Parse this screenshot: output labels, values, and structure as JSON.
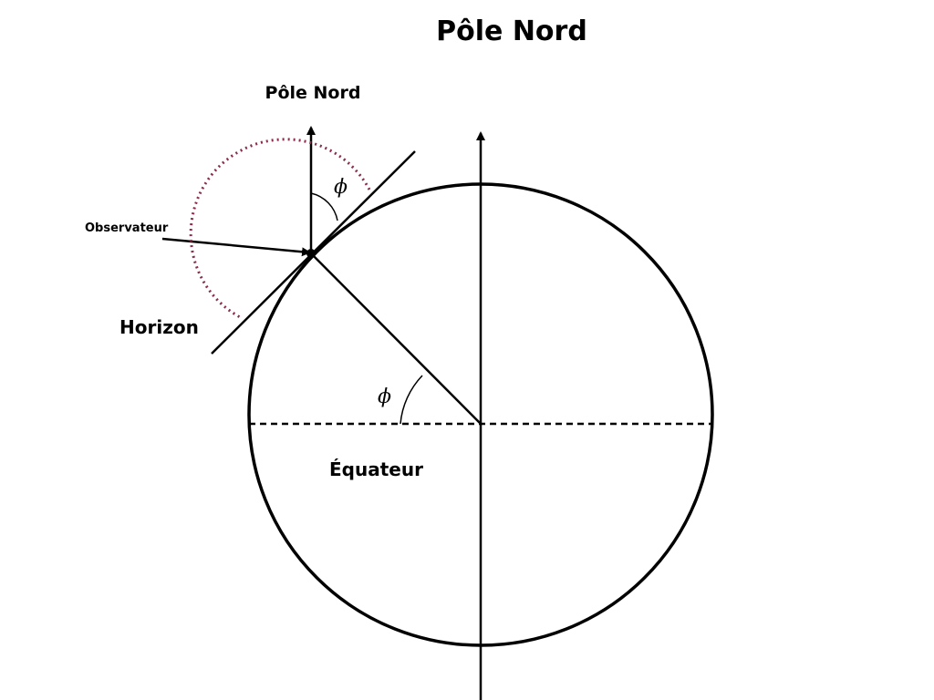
{
  "diagram": {
    "title": "Pôle Nord",
    "labels": {
      "observer_pole": "Pôle Nord",
      "observer": "Observateur",
      "horizon": "Horizon",
      "equator": "Équateur",
      "angle_at_observer": "ϕ",
      "angle_at_center": "ϕ"
    },
    "colors": {
      "stroke": "#000000",
      "dotted_arc": "#8b2c4a",
      "background": "#ffffff"
    }
  }
}
